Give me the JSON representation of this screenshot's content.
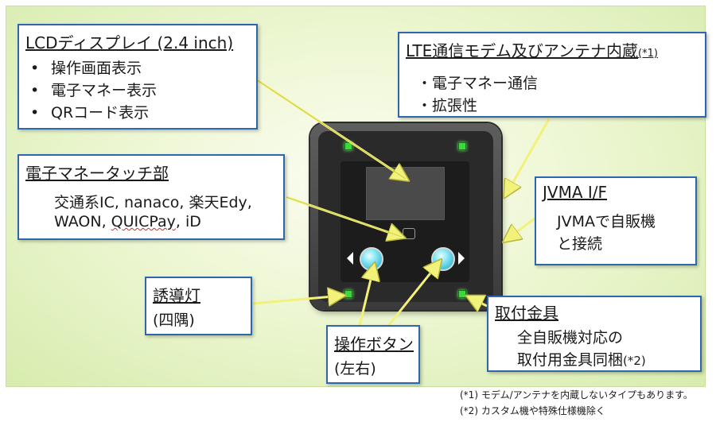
{
  "lcd_box": {
    "title": "LCDディスプレイ (2.4 inch)",
    "items": [
      {
        "bullet": "•",
        "text": "操作画面表示"
      },
      {
        "bullet": "•",
        "text": "電子マネー表示"
      },
      {
        "bullet": "•",
        "text": "QRコード表示"
      }
    ]
  },
  "lte_box": {
    "title": "LTE通信モデム及びアンテナ内蔵",
    "title_note": "(*1)",
    "items": [
      "・電子マネー通信",
      "・拡張性"
    ]
  },
  "emoney_box": {
    "title": "電子マネータッチ部",
    "line1": "交通系IC, nanaco, 楽天Edy,",
    "line2_a": "WAON, ",
    "line2_b": "QUICPay",
    "line2_c": ", iD"
  },
  "jvma_box": {
    "title": "JVMA I/F",
    "line1": "JVMAで自販機",
    "line2": "と接続"
  },
  "guide_light_box": {
    "title": "誘導灯",
    "sub": "(四隅)"
  },
  "button_box": {
    "title": "操作ボタン",
    "sub": "(左右)"
  },
  "bracket_box": {
    "title": "取付金具",
    "line1": "全自販機対応の",
    "line2": "取付用金具同梱",
    "line2_note": "(*2)"
  },
  "notes": [
    "(*1) モデム/アンテナを内蔵しないタイプもあります。",
    "(*2) カスタム機や特殊仕様機除く"
  ],
  "colors": {
    "box_border": "#2f66b0",
    "arrow": "#f2f27a",
    "led": "#3bd83b",
    "button": "#5fd6ee"
  },
  "icons": [
    "nfc-icon",
    "left-arrow-icon",
    "right-arrow-icon"
  ]
}
